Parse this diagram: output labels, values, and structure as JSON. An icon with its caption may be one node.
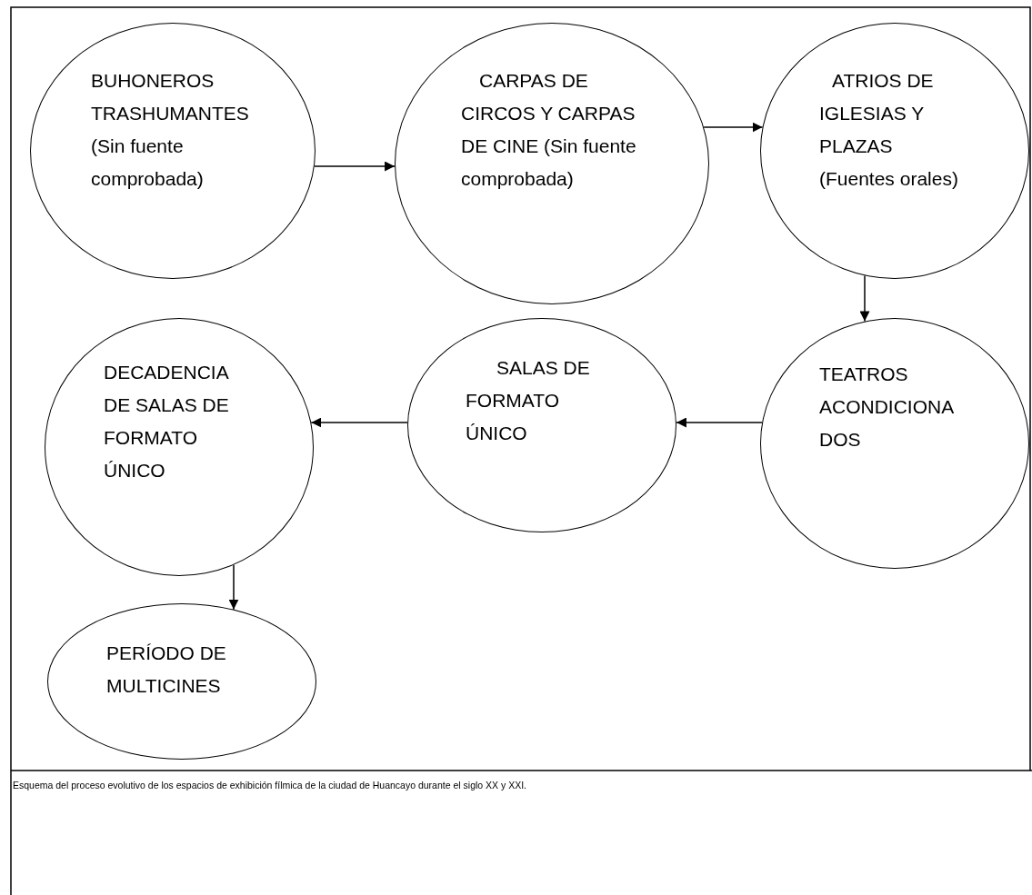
{
  "diagram": {
    "caption": "Esquema del proceso evolutivo de los espacios de exhibición fílmica de la ciudad de Huancayo durante el siglo XX y XXI.",
    "nodes": [
      {
        "text": [
          "BUHONEROS TRASHUMANTES (Sin fuente comprobada)"
        ]
      },
      {
        "text": [
          "CARPAS DE CIRCOS Y CARPAS DE CINE (Sin fuente comprobada)"
        ]
      },
      {
        "text": [
          "ATRIOS DE IGLESIAS Y PLAZAS (Fuentes orales)"
        ]
      },
      {
        "text": [
          "TEATROS ACONDICIONADOS"
        ]
      },
      {
        "text": [
          "SALAS DE FORMATO ÚNICO"
        ]
      },
      {
        "text": [
          "DECADENCIA DE SALAS DE FORMATO ÚNICO"
        ]
      },
      {
        "text": [
          "PERÍODO DE MULTICINES"
        ]
      }
    ],
    "edges": [
      {
        "from": 0,
        "to": 1,
        "arrow": "to"
      },
      {
        "from": 1,
        "to": 2,
        "arrow": "to"
      },
      {
        "from": 2,
        "to": 3,
        "arrow": "to"
      },
      {
        "from": 3,
        "to": 4,
        "arrow": "to"
      },
      {
        "from": 4,
        "to": 5,
        "arrow": "to"
      },
      {
        "from": 5,
        "to": 6,
        "arrow": "to"
      }
    ]
  }
}
